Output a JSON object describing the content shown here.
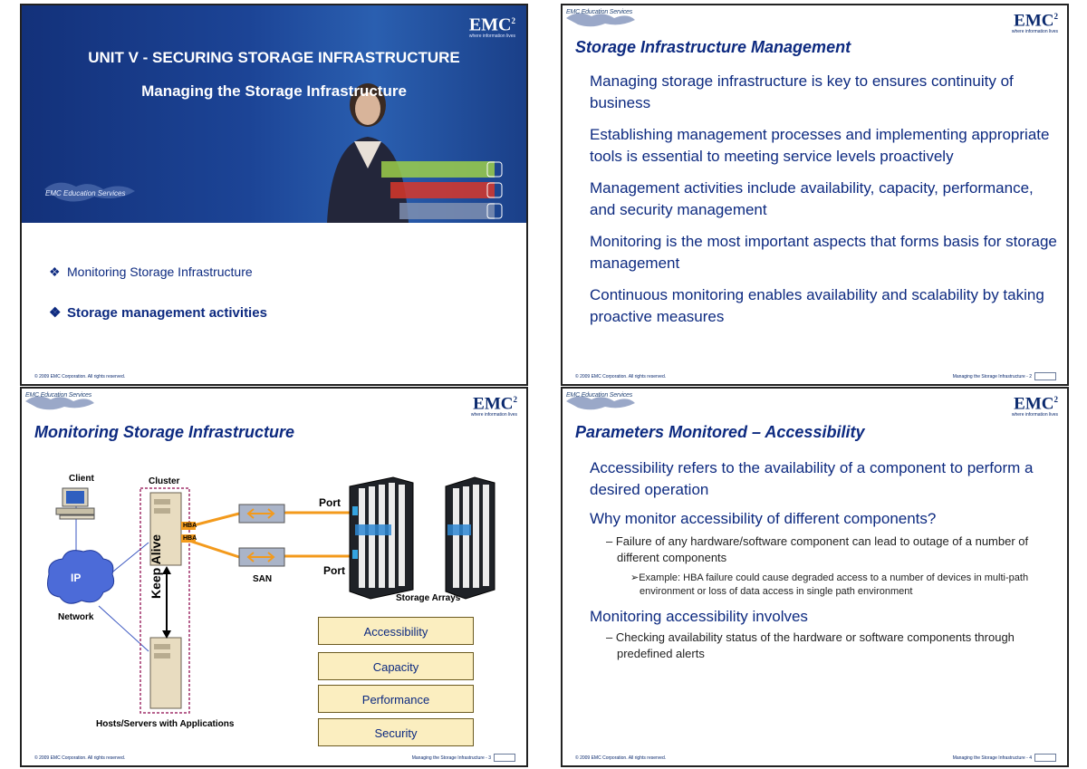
{
  "slide1": {
    "logo": "EMC",
    "logo_sup": "2",
    "tagline": "where information lives",
    "unit_title": "UNIT V - SECURING STORAGE INFRASTRUCTURE",
    "subtitle": "Managing the Storage Infrastructure",
    "edu": "EMC Education Services",
    "bullets": [
      "Monitoring Storage Infrastructure",
      "Storage management activities"
    ],
    "footer": "© 2009 EMC Corporation. All rights reserved."
  },
  "slide2": {
    "edu": "EMC Education Services",
    "logo": "EMC",
    "logo_sup": "2",
    "tagline": "where information lives",
    "title": "Storage Infrastructure Management",
    "points": [
      "Managing storage infrastructure is key to ensures continuity of business",
      "Establishing management processes and implementing appropriate tools is essential to meeting service levels proactively",
      "Management activities include availability, capacity, performance, and security management",
      "Monitoring is the most important aspects that forms basis for storage management",
      "Continuous monitoring enables availability and scalability by taking proactive measures"
    ],
    "footer": "© 2009 EMC Corporation. All rights reserved.",
    "footer_right": "Managing the Storage Infrastructure - 2"
  },
  "slide3": {
    "edu": "EMC Education Services",
    "logo": "EMC",
    "logo_sup": "2",
    "tagline": "where information lives",
    "title": "Monitoring Storage Infrastructure",
    "labels": {
      "client": "Client",
      "cluster": "Cluster",
      "network": "Network",
      "ip": "IP",
      "keep_alive": "Keep Alive",
      "hba1": "HBA",
      "hba2": "HBA",
      "san": "SAN",
      "port1": "Port",
      "port2": "Port",
      "storage_arrays": "Storage Arrays",
      "hosts": "Hosts/Servers with Applications"
    },
    "stack": [
      "Accessibility",
      "Capacity",
      "Performance",
      "Security"
    ],
    "footer": "© 2009 EMC Corporation. All rights reserved.",
    "footer_right": "Managing the Storage Infrastructure - 3"
  },
  "slide4": {
    "edu": "EMC Education Services",
    "logo": "EMC",
    "logo_sup": "2",
    "tagline": "where information lives",
    "title": "Parameters Monitored – Accessibility",
    "p1": "Accessibility refers to the availability of a component to perform a desired operation",
    "p2": "Why monitor accessibility of different components?",
    "sub1": "– Failure of any hardware/software component can lead to outage of a number of different components",
    "subsub1": "➢Example: HBA failure could cause degraded access to a number of devices in multi-path environment or loss of data access in single path environment",
    "p3": "Monitoring accessibility involves",
    "sub2": "– Checking availability status of the hardware or software components through predefined alerts",
    "footer": "© 2009 EMC Corporation. All rights reserved.",
    "footer_right": "Managing the Storage Infrastructure - 4"
  },
  "colors": {
    "navy": "#0d2a80",
    "banner": "#1c4496",
    "stack_fill": "#fbeec0",
    "link_orange": "#f39a1c"
  }
}
